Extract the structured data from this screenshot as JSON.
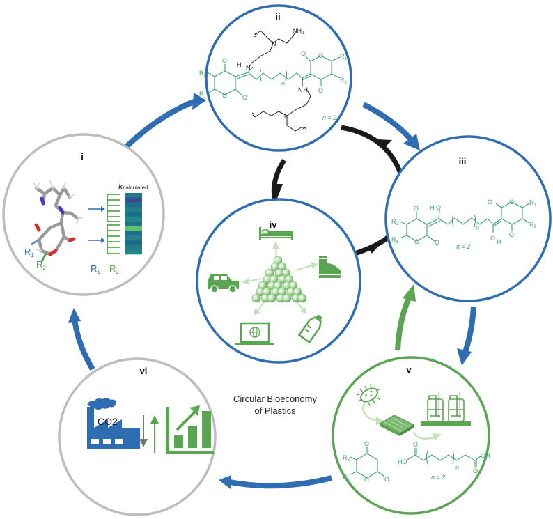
{
  "title": "Circular Bioeconomy of Plastics",
  "title_lines": [
    "Circular Bioeconomy",
    "of Plastics"
  ],
  "colors": {
    "blue": "#2f6db3",
    "green": "#5aa552",
    "chem_green": "#3aa564",
    "light_green": "#c4e3b8",
    "gray": "#bdbdbd",
    "black": "#1a1a1a",
    "red": "#d0302a",
    "nitrogen": "#3c3ccc"
  },
  "stages": [
    {
      "id": "i",
      "label": "i",
      "border": "gray",
      "content": "3D molecular model of a pyranone with R1/R2 substituents feeding a substituent library and a computed rate-constant heatmap",
      "texts": {
        "k_symbol": "k",
        "k_subscript": "calculated",
        "r1": "R",
        "r1_sub": "1",
        "r2": "R",
        "r2_sub": "2",
        "axis_r1": "R",
        "axis_r1_sub": "1",
        "axis_r2": "R",
        "axis_r2_sub": "2"
      },
      "heatmap_colors": [
        "#1f7a8c",
        "#3b4a96",
        "#1d6f8a",
        "#23808a",
        "#1b6e8c",
        "#1f8a88",
        "#25708c",
        "#5cc26b",
        "#1f6d8e",
        "#2a7e8a",
        "#1c6a8c",
        "#237b8a",
        "#1e8a87"
      ]
    },
    {
      "id": "ii",
      "label": "ii",
      "border": "blue",
      "content": "Vitrimer network: bis-pyranone diketone linked via enamine bonds to a tris(aminoethyl)amine crosslinker",
      "texts": {
        "nh2": "NH",
        "nh2_sub": "2",
        "h": "H",
        "n": "N",
        "o": "O",
        "r1": "R",
        "r1_sub": "1",
        "r2": "R",
        "r2_sub": "2",
        "bracket_n": "n",
        "n_eq": "n = 2"
      }
    },
    {
      "id": "iii",
      "label": "iii",
      "border": "blue",
      "content": "Bis-pyranone triketone monomer (enol tautomer)",
      "texts": {
        "ho": "H",
        "o": "O",
        "oh": "H",
        "r1": "R",
        "r1_sub": "1",
        "r2": "R",
        "r2_sub": "2",
        "bracket_n": "n",
        "n_eq": "n = 2"
      }
    },
    {
      "id": "iv",
      "label": "iv",
      "border": "blue",
      "content": "Plastic pellets radiating to products",
      "products": [
        "bed-icon",
        "shoe-icon",
        "bottle-icon",
        "laptop-icon",
        "car-icon"
      ]
    },
    {
      "id": "v",
      "label": "v",
      "border": "green",
      "content": "Microbial production: bacterium to microplate to bioreactors, yielding pyranone and diacid",
      "texts": {
        "o": "O",
        "ho": "HO",
        "oh": "OH",
        "r1": "R",
        "r1_sub": "1",
        "r2": "R",
        "r2_sub": "2",
        "bracket_n": "n",
        "n_eq": "n = 2"
      }
    },
    {
      "id": "vi",
      "label": "vi",
      "border": "gray",
      "content": "Reduced CO2 emissions and increased economic growth",
      "texts": {
        "co2": "CO2"
      }
    }
  ],
  "arrows": {
    "outer": [
      {
        "from": "i",
        "to": "ii",
        "color": "blue"
      },
      {
        "from": "ii",
        "to": "iii",
        "color": "blue"
      },
      {
        "from": "iii",
        "to": "v",
        "color": "blue"
      },
      {
        "from": "v",
        "to": "iii",
        "color": "green"
      },
      {
        "from": "v",
        "to": "vi",
        "color": "blue"
      },
      {
        "from": "vi",
        "to": "i",
        "color": "blue"
      }
    ],
    "inner_loop": [
      {
        "from": "ii",
        "to": "iv",
        "color": "black"
      },
      {
        "from": "iv",
        "to": "iii",
        "color": "black"
      },
      {
        "from": "iii",
        "to": "ii",
        "color": "black"
      }
    ]
  }
}
